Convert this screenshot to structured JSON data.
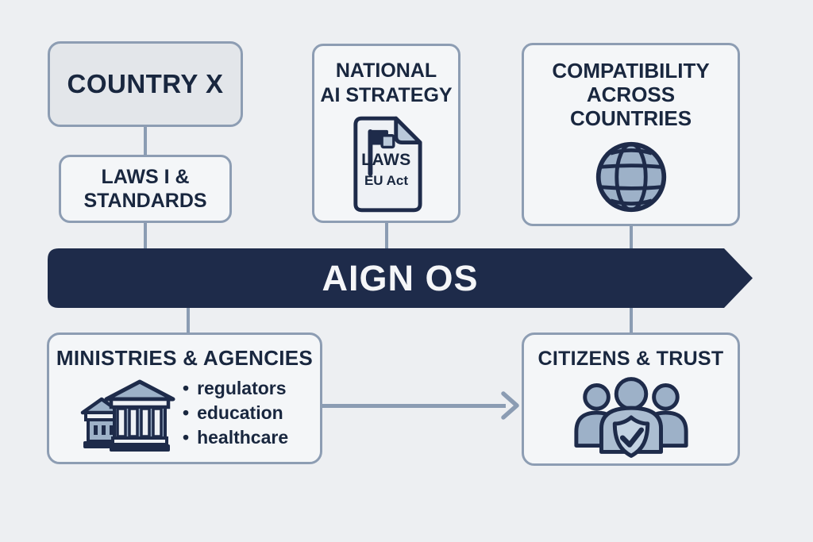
{
  "palette": {
    "background": "#edeff2",
    "box_fill": "#f4f6f8",
    "country_fill": "#e3e6ea",
    "border": "#8d9db3",
    "navy": "#1e2b4a",
    "text": "#19273f",
    "line": "#8b9cb3",
    "icon_blue": "#9db1c8",
    "icon_blue_light": "#bac9da",
    "icon_shield": "#c3d2e2",
    "banner_text": "#f5f6f8"
  },
  "nodes": {
    "country": {
      "label": "COUNTRY X"
    },
    "laws": {
      "line1": "LAWS I &",
      "line2": "STANDARDS"
    },
    "strategy": {
      "line1": "NATIONAL",
      "line2": "AI STRATEGY",
      "doc": {
        "title": "LAWS",
        "subtitle": "EU Act",
        "icon": "flag-document-icon"
      }
    },
    "compatibility": {
      "line1": "COMPATIBILITY",
      "line2": "ACROSS",
      "line3": "COUNTRIES",
      "icon": "globe-icon"
    },
    "banner": {
      "label": "AIGN OS"
    },
    "ministries": {
      "title": "MINISTRIES & AGENCIES",
      "bullet_char": "•",
      "bullets": [
        "regulators",
        "education",
        "healthcare"
      ],
      "icon": "government-building-icon"
    },
    "citizens": {
      "title": "CITIZENS & TRUST",
      "icon": "citizens-shield-icon"
    }
  }
}
